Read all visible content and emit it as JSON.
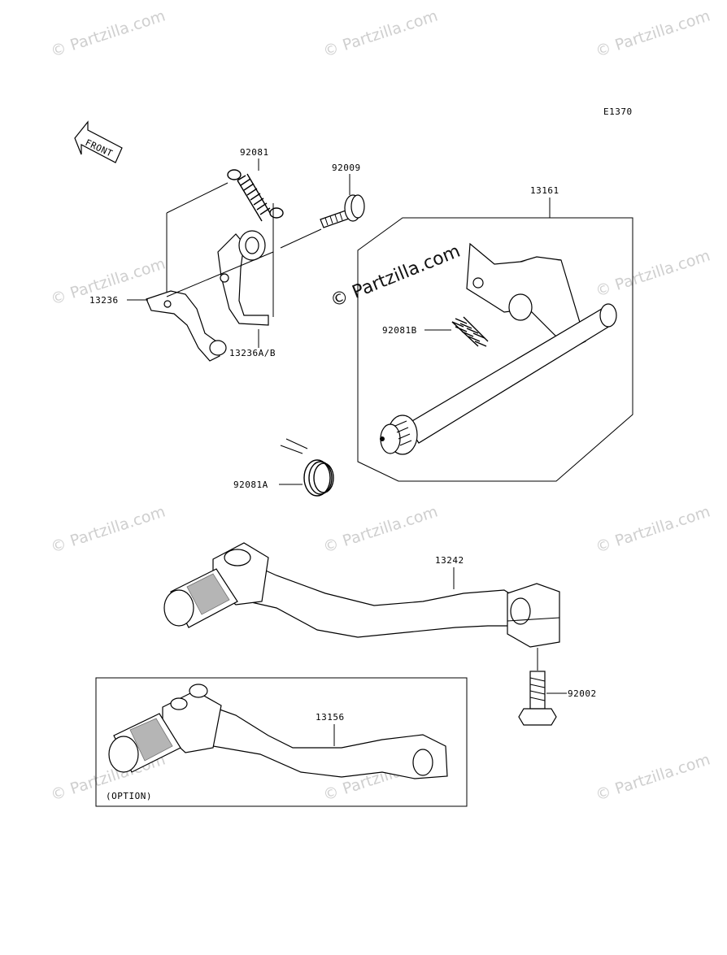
{
  "diagram": {
    "code": "E1370",
    "front_label": "FRONT",
    "watermark": "© Partzilla.com",
    "option_label": "(OPTION)",
    "parts": [
      {
        "number": "92081"
      },
      {
        "number": "92009"
      },
      {
        "number": "13161"
      },
      {
        "number": "13236"
      },
      {
        "number": "13236A/B"
      },
      {
        "number": "92081B"
      },
      {
        "number": "92081A"
      },
      {
        "number": "13242"
      },
      {
        "number": "92002"
      },
      {
        "number": "13156"
      }
    ]
  }
}
